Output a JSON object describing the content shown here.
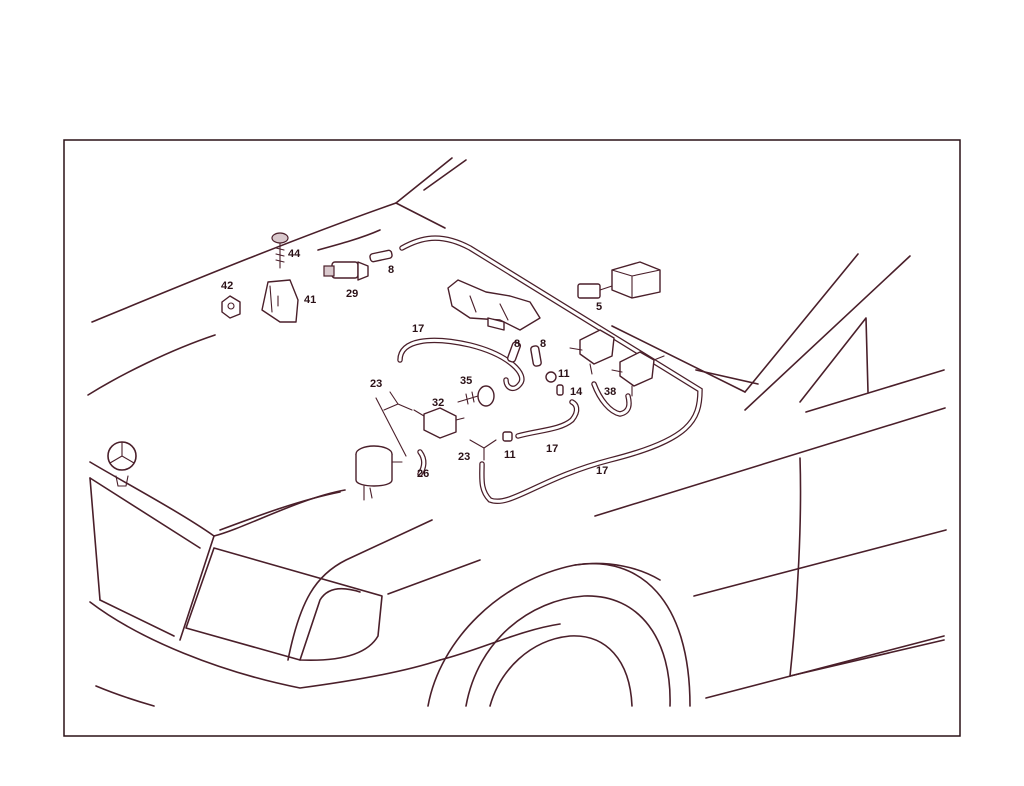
{
  "diagram": {
    "callouts": {
      "c44": "44",
      "c42": "42",
      "c41": "41",
      "c29": "29",
      "c8a": "8",
      "c5": "5",
      "c17a": "17",
      "c8b": "8",
      "c8c": "8",
      "c11a": "11",
      "c14": "14",
      "c38": "38",
      "c23a": "23",
      "c35": "35",
      "c32": "32",
      "c17b": "17",
      "c23b": "23",
      "c11b": "11",
      "c26": "26",
      "c17c": "17"
    }
  }
}
